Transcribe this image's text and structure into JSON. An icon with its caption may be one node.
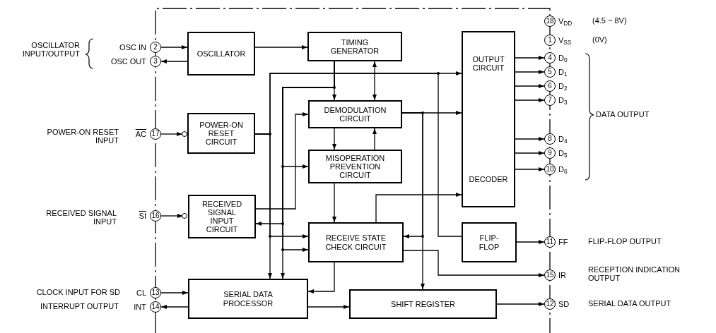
{
  "diagram": {
    "nodes": [
      {
        "text": [
          "OSCILLATOR"
        ]
      },
      {
        "text": [
          "TIMING GENERATOR"
        ]
      },
      {
        "text": [
          "POWER-ON RESET CIRCUIT"
        ]
      },
      {
        "text": [
          "DEMODULATION CIRCUIT"
        ]
      },
      {
        "text": [
          "MISOPERATION PREVENTION CIRCUIT"
        ]
      },
      {
        "text": [
          "OUTPUT CIRCUIT",
          "DECODER"
        ]
      },
      {
        "text": [
          "RECEIVED SIGNAL INPUT CIRCUIT"
        ]
      },
      {
        "text": [
          "RECEIVE STATE CHECK CIRCUIT"
        ]
      },
      {
        "text": [
          "FLIP-FLOP"
        ]
      },
      {
        "text": [
          "SERIAL DATA PROCESSOR"
        ]
      },
      {
        "text": [
          "SHIFT REGISTER"
        ]
      },
      {
        "text": [
          "2"
        ],
        "beside": [
          "OSC IN"
        ]
      },
      {
        "text": [
          "3"
        ],
        "beside": [
          "OSC OUT"
        ]
      },
      {
        "text": [
          "17"
        ],
        "beside": [
          "AC"
        ]
      },
      {
        "text": [
          "16"
        ],
        "beside": [
          "SI"
        ]
      },
      {
        "text": [
          "13"
        ],
        "beside": [
          "CL"
        ]
      },
      {
        "text": [
          "14"
        ],
        "beside": [
          "INT"
        ]
      },
      {
        "text": [
          "18"
        ],
        "beside": [
          "V$_{DD}$"
        ]
      },
      {
        "text": [
          "1"
        ],
        "beside": [
          "V$_{SS}$"
        ]
      },
      {
        "text": [
          "4"
        ],
        "beside": [
          "D$_{0}$"
        ]
      },
      {
        "text": [
          "5"
        ],
        "beside": [
          "D$_{1}$"
        ]
      },
      {
        "text": [
          "6"
        ],
        "beside": [
          "D$_{2}$"
        ]
      },
      {
        "text": [
          "7"
        ],
        "beside": [
          "D$_{3}$"
        ]
      },
      {
        "text": [
          "8"
        ],
        "beside": [
          "D$_{4}$"
        ]
      },
      {
        "text": [
          "9"
        ],
        "beside": [
          "D$_{5}$"
        ]
      },
      {
        "text": [
          "10"
        ],
        "beside": [
          "D$_{6}$"
        ]
      },
      {
        "text": [
          "11"
        ],
        "beside": [
          "FF"
        ]
      },
      {
        "text": [
          "15"
        ],
        "beside": [
          "IR"
        ]
      },
      {
        "text": [
          "12"
        ],
        "beside": [
          "SD"
        ]
      }
    ],
    "edges": [
      {
        "from": 11,
        "to": 0,
        "arrow": "to"
      },
      {
        "from": 0,
        "to": 12,
        "arrow": "to"
      },
      {
        "from": 13,
        "to": 2,
        "arrow": "to"
      },
      {
        "from": 14,
        "to": 6,
        "arrow": "to"
      },
      {
        "from": 15,
        "to": 9,
        "arrow": "to"
      },
      {
        "from": 9,
        "to": 16,
        "arrow": "to"
      },
      {
        "from": 0,
        "to": 1,
        "arrow": "to"
      },
      {
        "from": 1,
        "to": 3,
        "arrow": "to"
      },
      {
        "from": 1,
        "to": 3,
        "arrow": "both"
      },
      {
        "from": 3,
        "to": 4,
        "arrow": "to"
      },
      {
        "from": 4,
        "to": 3,
        "arrow": "to"
      },
      {
        "from": 4,
        "to": 7,
        "arrow": "to"
      },
      {
        "from": 7,
        "to": 9,
        "arrow": "to"
      },
      {
        "from": 9,
        "to": 10,
        "arrow": "to"
      },
      {
        "from": 10,
        "to": 28,
        "arrow": "to"
      },
      {
        "from": 8,
        "to": 26,
        "arrow": "to"
      },
      {
        "from": 7,
        "to": 27,
        "arrow": "to"
      },
      {
        "from": 7,
        "to": 5,
        "arrow": "to"
      },
      {
        "from": 3,
        "to": 5,
        "arrow": "to"
      },
      {
        "from": 3,
        "to": 10,
        "arrow": "to"
      },
      {
        "from": 3,
        "to": 7,
        "arrow": "to"
      },
      {
        "from": 1,
        "to": 4,
        "arrow": "to"
      },
      {
        "from": 1,
        "to": 6,
        "arrow": "to"
      },
      {
        "from": 1,
        "to": 7,
        "arrow": "to"
      },
      {
        "from": 1,
        "to": 9,
        "arrow": "to"
      },
      {
        "from": 2,
        "to": 5,
        "arrow": "to"
      },
      {
        "from": 2,
        "to": 8,
        "arrow": "none"
      },
      {
        "from": 2,
        "to": 7,
        "arrow": "to"
      },
      {
        "from": 2,
        "to": 9,
        "arrow": "to"
      },
      {
        "from": 6,
        "to": 3,
        "arrow": "to"
      },
      {
        "from": 5,
        "to": 19,
        "arrow": "to"
      },
      {
        "from": 5,
        "to": 20,
        "arrow": "to"
      },
      {
        "from": 5,
        "to": 21,
        "arrow": "to"
      },
      {
        "from": 5,
        "to": 22,
        "arrow": "to"
      },
      {
        "from": 5,
        "to": 23,
        "arrow": "to"
      },
      {
        "from": 5,
        "to": 24,
        "arrow": "to"
      },
      {
        "from": 5,
        "to": 25,
        "arrow": "to"
      }
    ],
    "labels": [
      "OSCILLATOR INPUT/OUTPUT",
      "POWER-ON RESET INPUT",
      "RECEIVED SIGNAL INPUT",
      "CLOCK INPUT FOR SD",
      "INTERRUPT OUTPUT",
      "(4.5 ~ 8V)",
      "(0V)",
      "DATA OUTPUT",
      "FLIP-FLOP OUTPUT",
      "RECEPTION INDICATION OUTPUT",
      "SERIAL DATA OUTPUT"
    ]
  }
}
